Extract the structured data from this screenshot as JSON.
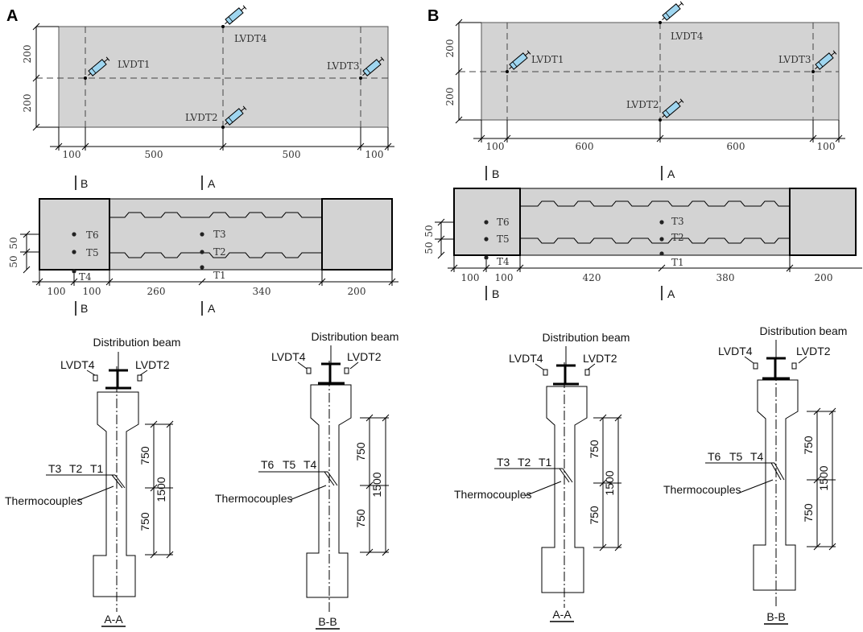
{
  "panels": {
    "a": "A",
    "b": "B"
  },
  "colors": {
    "specimen_fill": "#d3d3d3",
    "lvdt_fill": "#9fd6f0",
    "line": "#000000"
  },
  "plan": {
    "lvdt1": "LVDT1",
    "lvdt2": "LVDT2",
    "lvdt3": "LVDT3",
    "lvdt4": "LVDT4",
    "dim_200": "200",
    "a_bottom_dims": [
      "100",
      "500",
      "500",
      "100"
    ],
    "b_bottom_dims": [
      "100",
      "600",
      "600",
      "100"
    ]
  },
  "elevation": {
    "section_a": "A",
    "section_b": "B",
    "thermocouples": [
      "T1",
      "T2",
      "T3",
      "T4",
      "T5",
      "T6"
    ],
    "dim_50": "50",
    "a_bottom_dims": [
      "100",
      "100",
      "260",
      "340",
      "200"
    ],
    "b_bottom_dims": [
      "100",
      "100",
      "420",
      "380",
      "200"
    ]
  },
  "sections": {
    "distribution_beam": "Distribution beam",
    "lvdt4": "LVDT4",
    "lvdt2": "LVDT2",
    "thermocouples": "Thermocouples",
    "aa_labels": [
      "T3",
      "T2",
      "T1"
    ],
    "bb_labels": [
      "T6",
      "T5",
      "T4"
    ],
    "dim_750": "750",
    "dim_1500": "1500",
    "title_aa": "A-A",
    "title_bb": "B-B"
  }
}
